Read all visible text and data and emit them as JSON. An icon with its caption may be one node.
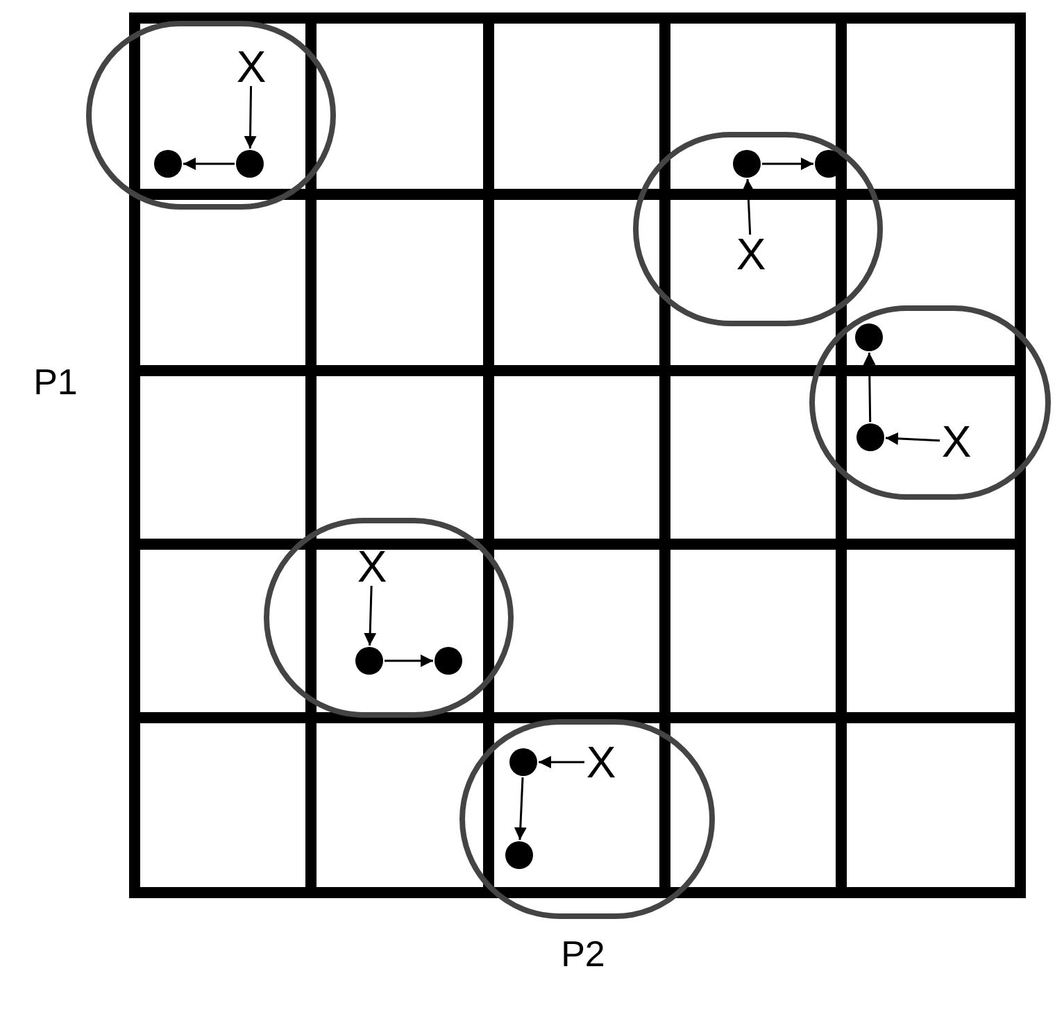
{
  "diagram": {
    "nodes": [
      {
        "text": [],
        "shape": "circle"
      },
      {
        "text": [
          "X"
        ],
        "in": 0
      },
      {
        "text": [],
        "shape": "circle",
        "in": 0
      },
      {
        "text": [],
        "shape": "circle",
        "in": 0
      },
      {
        "text": [],
        "shape": "circle"
      },
      {
        "text": [],
        "shape": "circle",
        "in": 4
      },
      {
        "text": [],
        "shape": "circle",
        "in": 4
      },
      {
        "text": [
          "X"
        ],
        "in": 4
      },
      {
        "text": [],
        "shape": "circle"
      },
      {
        "text": [],
        "shape": "circle",
        "in": 8
      },
      {
        "text": [],
        "shape": "circle",
        "in": 8
      },
      {
        "text": [
          "X"
        ],
        "in": 8
      },
      {
        "text": [],
        "shape": "circle"
      },
      {
        "text": [
          "X"
        ],
        "in": 12
      },
      {
        "text": [],
        "shape": "circle",
        "in": 12
      },
      {
        "text": [],
        "shape": "circle",
        "in": 12
      },
      {
        "text": [],
        "shape": "circle"
      },
      {
        "text": [],
        "shape": "circle",
        "in": 16
      },
      {
        "text": [
          "X"
        ],
        "in": 16
      },
      {
        "text": [],
        "shape": "circle",
        "in": 16
      }
    ],
    "edges": [
      {
        "from": 1,
        "to": 3,
        "arrow": "to"
      },
      {
        "from": 3,
        "to": 2,
        "arrow": "to"
      },
      {
        "from": 5,
        "to": 6,
        "arrow": "to"
      },
      {
        "from": 7,
        "to": 5,
        "arrow": "to"
      },
      {
        "from": 10,
        "to": 9,
        "arrow": "to"
      },
      {
        "from": 11,
        "to": 10,
        "arrow": "to"
      },
      {
        "from": 13,
        "to": 14,
        "arrow": "to"
      },
      {
        "from": 14,
        "to": 15,
        "arrow": "to"
      },
      {
        "from": 18,
        "to": 17,
        "arrow": "to"
      },
      {
        "from": 17,
        "to": 19,
        "arrow": "to"
      }
    ],
    "labels": [
      "P1",
      "P2"
    ]
  }
}
